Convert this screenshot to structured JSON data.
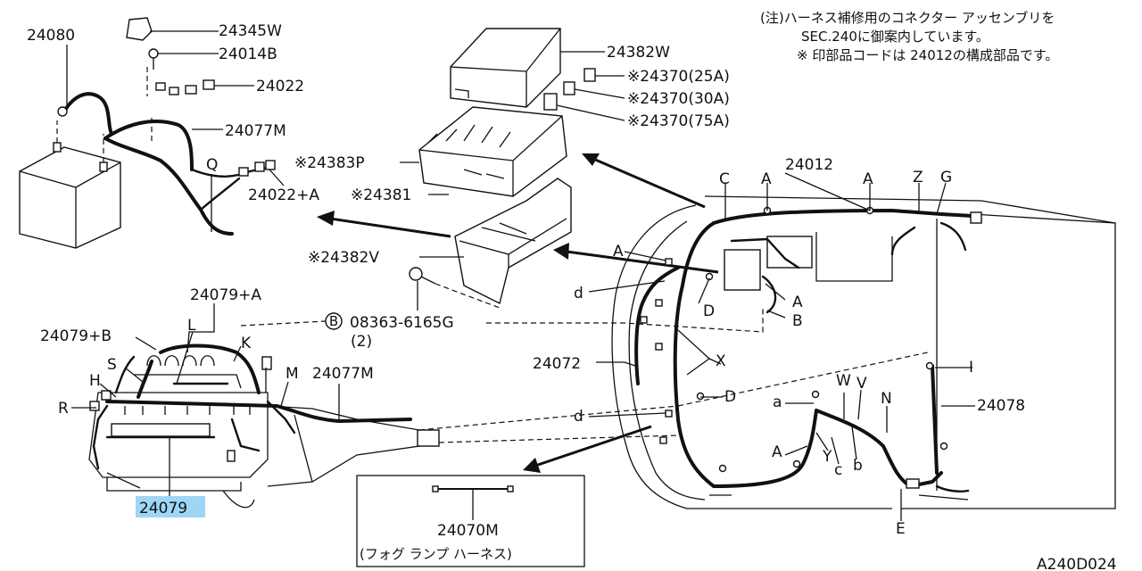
{
  "labels": {
    "l24080": "24080",
    "l24345W": "24345W",
    "l24014B": "24014B",
    "l24022": "24022",
    "l24077M_top": "24077M",
    "lQ_top": "Q",
    "l24022A": "24022+A",
    "l24382W": "24382W",
    "l24370_25A": "※24370(25A)",
    "l24370_30A": "※24370(30A)",
    "l24370_75A": "※24370(75A)",
    "l24383P": "※24383P",
    "l24381": "※24381",
    "l24382V": "※24382V",
    "l24012": "24012",
    "lC": "C",
    "lA_top1": "A",
    "lA_top2": "A",
    "lZ": "Z",
    "lG": "G",
    "lA_left": "A",
    "ld_upper": "d",
    "lD_upper": "D",
    "lA_mid": "A",
    "lB_mid": "B",
    "l24072": "24072",
    "lX": "X",
    "lI": "I",
    "l24078": "24078",
    "ld_lower": "d",
    "lD_lower": "D",
    "la_lower": "a",
    "lW": "W",
    "lV": "V",
    "lN": "N",
    "lA_lower": "A",
    "lY": "Y",
    "lc": "c",
    "lb": "b",
    "lE": "E",
    "l24079A": "24079+A",
    "l24079B": "24079+B",
    "lL": "L",
    "lK": "K",
    "lS": "S",
    "lH": "H",
    "lR": "R",
    "lM": "M",
    "l24077M_mid": "24077M",
    "l24079": "24079",
    "bolt_code": "08363-6165G",
    "bolt_symbol": "B",
    "bolt_qty": "(2)",
    "fog_part": "24070M",
    "fog_desc": "(フォグ ランプ ハーネス)",
    "ref_code": "A240D024"
  },
  "notes": [
    "(注)ハーネス補修用のコネクター アッセンブリを",
    "SEC.240に御案内しています。",
    "※ 印部品コードは 24012の構成部品です。"
  ],
  "highlight_color": "#9fd6f5"
}
